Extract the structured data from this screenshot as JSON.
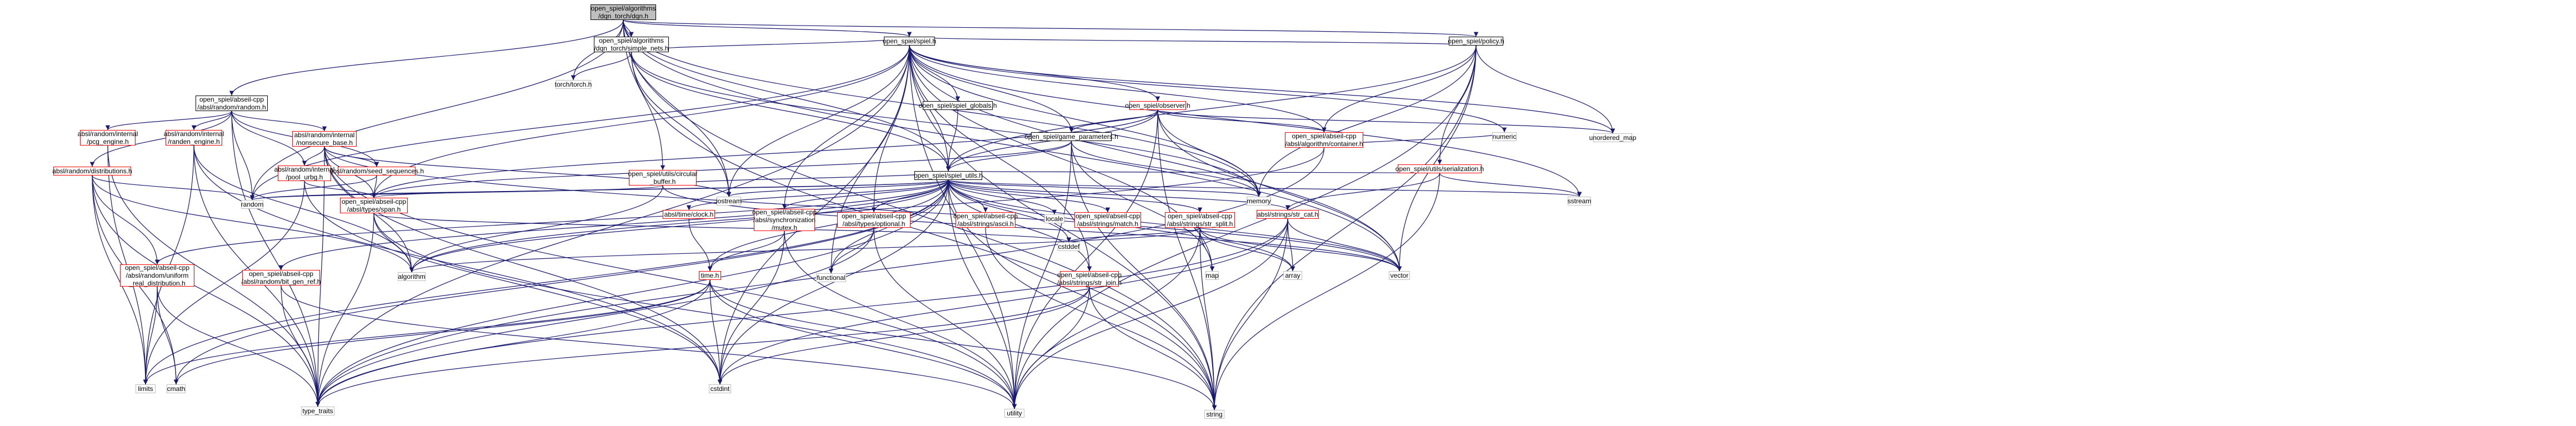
{
  "graph": {
    "nodes": [
      {
        "id": "root",
        "kind": "root",
        "lines": [
          "open_spiel/algorithms",
          "/dqn_torch/dqn.h"
        ]
      },
      {
        "id": "simple_nets",
        "kind": "doc",
        "lines": [
          "open_spiel/algorithms",
          "/dqn_torch/simple_nets.h"
        ]
      },
      {
        "id": "policy",
        "kind": "doc",
        "lines": [
          "open_spiel/policy.h"
        ]
      },
      {
        "id": "random_h",
        "kind": "doc",
        "lines": [
          "open_spiel/abseil-cpp",
          "/absl/random/random.h"
        ]
      },
      {
        "id": "torch",
        "kind": "sys",
        "lines": [
          "torch/torch.h"
        ]
      },
      {
        "id": "spiel",
        "kind": "doc",
        "lines": [
          "open_spiel/spiel.h"
        ]
      },
      {
        "id": "spiel_globals",
        "kind": "doc",
        "lines": [
          "open_spiel/spiel_globals.h"
        ]
      },
      {
        "id": "observer",
        "kind": "red",
        "lines": [
          "open_spiel/observer.h"
        ]
      },
      {
        "id": "game_params",
        "kind": "doc",
        "lines": [
          "open_spiel/game_parameters.h"
        ]
      },
      {
        "id": "container",
        "kind": "red",
        "lines": [
          "open_spiel/abseil-cpp",
          "/absl/algorithm/container.h"
        ]
      },
      {
        "id": "unordered_map",
        "kind": "sys",
        "lines": [
          "unordered_map"
        ]
      },
      {
        "id": "numeric",
        "kind": "sys",
        "lines": [
          "numeric"
        ]
      },
      {
        "id": "serialization",
        "kind": "red",
        "lines": [
          "open_spiel/utils/serialization.h"
        ]
      },
      {
        "id": "memory",
        "kind": "sys",
        "lines": [
          "memory"
        ]
      },
      {
        "id": "sstream",
        "kind": "sys",
        "lines": [
          "sstream"
        ]
      },
      {
        "id": "spiel_utils",
        "kind": "doc",
        "lines": [
          "open_spiel/spiel_utils.h"
        ]
      },
      {
        "id": "iostream",
        "kind": "sys",
        "lines": [
          "iostream"
        ]
      },
      {
        "id": "circular_buffer",
        "kind": "red",
        "lines": [
          "open_spiel/utils/circular",
          "_buffer.h"
        ]
      },
      {
        "id": "jpcg_engine",
        "kind": "red",
        "lines": [
          "absl/random/internal",
          "/pcg_engine.h"
        ]
      },
      {
        "id": "randen_engine",
        "kind": "red",
        "lines": [
          "absl/random/internal",
          "/randen_engine.h"
        ]
      },
      {
        "id": "nonsecure_base",
        "kind": "red",
        "lines": [
          "absl/random/internal",
          "/nonsecure_base.h"
        ]
      },
      {
        "id": "distributions",
        "kind": "red",
        "lines": [
          "absl/random/distributions.h"
        ]
      },
      {
        "id": "pool_urbg",
        "kind": "red",
        "lines": [
          "absl/random/internal",
          "/pool_urbg.h"
        ]
      },
      {
        "id": "seed_sequences",
        "kind": "red",
        "lines": [
          "absl/random/seed_sequences.h"
        ]
      },
      {
        "id": "span",
        "kind": "red",
        "lines": [
          "open_spiel/abseil-cpp",
          "/absl/types/span.h"
        ]
      },
      {
        "id": "random",
        "kind": "sys",
        "lines": [
          "random"
        ]
      },
      {
        "id": "clock",
        "kind": "red",
        "lines": [
          "absl/time/clock.h"
        ]
      },
      {
        "id": "mutex",
        "kind": "red",
        "lines": [
          "open_spiel/abseil-cpp",
          "/absl/synchronization",
          "/mutex.h"
        ]
      },
      {
        "id": "optional",
        "kind": "red",
        "lines": [
          "open_spiel/abseil-cpp",
          "/absl/types/optional.h"
        ]
      },
      {
        "id": "ascii",
        "kind": "red",
        "lines": [
          "open_spiel/abseil-cpp",
          "/absl/strings/ascii.h"
        ]
      },
      {
        "id": "locale",
        "kind": "sys",
        "lines": [
          "locale"
        ]
      },
      {
        "id": "str_match",
        "kind": "red",
        "lines": [
          "open_spiel/abseil-cpp",
          "/absl/strings/match.h"
        ]
      },
      {
        "id": "str_split",
        "kind": "red",
        "lines": [
          "open_spiel/abseil-cpp",
          "/absl/strings/str_split.h"
        ]
      },
      {
        "id": "str_cat",
        "kind": "red",
        "lines": [
          "absl/strings/str_cat.h"
        ]
      },
      {
        "id": "uniform_real",
        "kind": "red",
        "lines": [
          "open_spiel/abseil-cpp",
          "/absl/random/uniform",
          "_real_distribution.h"
        ]
      },
      {
        "id": "bit_gen_ref",
        "kind": "red",
        "lines": [
          "open_spiel/abseil-cpp",
          "/absl/random/bit_gen_ref.h"
        ]
      },
      {
        "id": "time_h",
        "kind": "red",
        "lines": [
          "time.h"
        ]
      },
      {
        "id": "str_join",
        "kind": "red",
        "lines": [
          "open_spiel/abseil-cpp",
          "/absl/strings/str_join.h"
        ]
      },
      {
        "id": "algorithm",
        "kind": "sys",
        "lines": [
          "algorithm"
        ]
      },
      {
        "id": "functional",
        "kind": "sys",
        "lines": [
          "functional"
        ]
      },
      {
        "id": "cstddef",
        "kind": "sys",
        "lines": [
          "cstddef"
        ]
      },
      {
        "id": "map",
        "kind": "sys",
        "lines": [
          "map"
        ]
      },
      {
        "id": "array",
        "kind": "sys",
        "lines": [
          "array"
        ]
      },
      {
        "id": "vector",
        "kind": "sys",
        "lines": [
          "vector"
        ]
      },
      {
        "id": "limits",
        "kind": "sys",
        "lines": [
          "limits"
        ]
      },
      {
        "id": "cmath",
        "kind": "sys",
        "lines": [
          "cmath"
        ]
      },
      {
        "id": "type_traits",
        "kind": "sys",
        "lines": [
          "type_traits"
        ]
      },
      {
        "id": "cstdint",
        "kind": "sys",
        "lines": [
          "cstdint"
        ]
      },
      {
        "id": "utility",
        "kind": "sys",
        "lines": [
          "utility"
        ]
      },
      {
        "id": "string",
        "kind": "sys",
        "lines": [
          "string"
        ]
      }
    ],
    "edges": [
      [
        "root",
        "simple_nets"
      ],
      [
        "root",
        "policy"
      ],
      [
        "root",
        "random_h"
      ],
      [
        "root",
        "torch"
      ],
      [
        "root",
        "spiel"
      ],
      [
        "root",
        "spiel_utils"
      ],
      [
        "root",
        "circular_buffer"
      ],
      [
        "root",
        "memory"
      ],
      [
        "root",
        "iostream"
      ],
      [
        "root",
        "random"
      ],
      [
        "root",
        "vector"
      ],
      [
        "root",
        "string"
      ],
      [
        "simple_nets",
        "torch"
      ],
      [
        "simple_nets",
        "spiel"
      ],
      [
        "simple_nets",
        "spiel_utils"
      ],
      [
        "simple_nets",
        "iostream"
      ],
      [
        "simple_nets",
        "string"
      ],
      [
        "simple_nets",
        "memory"
      ],
      [
        "policy",
        "spiel"
      ],
      [
        "policy",
        "spiel_utils"
      ],
      [
        "policy",
        "container"
      ],
      [
        "policy",
        "serialization"
      ],
      [
        "policy",
        "unordered_map"
      ],
      [
        "policy",
        "memory"
      ],
      [
        "policy",
        "string"
      ],
      [
        "policy",
        "vector"
      ],
      [
        "policy",
        "utility"
      ],
      [
        "random_h",
        "jpcg_engine"
      ],
      [
        "random_h",
        "randen_engine"
      ],
      [
        "random_h",
        "nonsecure_base"
      ],
      [
        "random_h",
        "distributions"
      ],
      [
        "random_h",
        "pool_urbg"
      ],
      [
        "random_h",
        "seed_sequences"
      ],
      [
        "random_h",
        "random"
      ],
      [
        "random_h",
        "type_traits"
      ],
      [
        "spiel",
        "spiel_globals"
      ],
      [
        "spiel",
        "observer"
      ],
      [
        "spiel",
        "game_params"
      ],
      [
        "spiel",
        "container"
      ],
      [
        "spiel",
        "spiel_utils"
      ],
      [
        "spiel",
        "unordered_map"
      ],
      [
        "spiel",
        "numeric"
      ],
      [
        "spiel",
        "memory"
      ],
      [
        "spiel",
        "sstream"
      ],
      [
        "spiel",
        "iostream"
      ],
      [
        "spiel",
        "random"
      ],
      [
        "spiel",
        "mutex"
      ],
      [
        "spiel",
        "optional"
      ],
      [
        "spiel",
        "span"
      ],
      [
        "spiel",
        "str_join"
      ],
      [
        "spiel",
        "functional"
      ],
      [
        "spiel",
        "map"
      ],
      [
        "spiel",
        "cstdint"
      ],
      [
        "spiel",
        "utility"
      ],
      [
        "spiel",
        "string"
      ],
      [
        "spiel",
        "vector"
      ],
      [
        "spiel",
        "type_traits"
      ],
      [
        "spiel_globals",
        "spiel_utils"
      ],
      [
        "observer",
        "spiel_utils"
      ],
      [
        "observer",
        "game_params"
      ],
      [
        "observer",
        "container"
      ],
      [
        "observer",
        "span"
      ],
      [
        "observer",
        "memory"
      ],
      [
        "observer",
        "string"
      ],
      [
        "observer",
        "unordered_map"
      ],
      [
        "observer",
        "vector"
      ],
      [
        "observer",
        "utility"
      ],
      [
        "game_params",
        "spiel_utils"
      ],
      [
        "game_params",
        "map"
      ],
      [
        "game_params",
        "memory"
      ],
      [
        "game_params",
        "string"
      ],
      [
        "game_params",
        "span"
      ],
      [
        "game_params",
        "utility"
      ],
      [
        "container",
        "algorithm"
      ],
      [
        "container",
        "numeric"
      ],
      [
        "container",
        "type_traits"
      ],
      [
        "container",
        "iterator_none"
      ],
      [
        "serialization",
        "str_cat"
      ],
      [
        "serialization",
        "spiel_utils"
      ],
      [
        "serialization",
        "sstream"
      ],
      [
        "serialization",
        "string"
      ],
      [
        "spiel_utils",
        "span"
      ],
      [
        "spiel_utils",
        "optional"
      ],
      [
        "spiel_utils",
        "clock"
      ],
      [
        "spiel_utils",
        "mutex"
      ],
      [
        "spiel_utils",
        "ascii"
      ],
      [
        "spiel_utils",
        "locale"
      ],
      [
        "spiel_utils",
        "str_match"
      ],
      [
        "spiel_utils",
        "str_split"
      ],
      [
        "spiel_utils",
        "str_cat"
      ],
      [
        "spiel_utils",
        "str_join"
      ],
      [
        "spiel_utils",
        "time_h"
      ],
      [
        "spiel_utils",
        "uniform_real"
      ],
      [
        "spiel_utils",
        "bit_gen_ref"
      ],
      [
        "spiel_utils",
        "algorithm"
      ],
      [
        "spiel_utils",
        "cstddef"
      ],
      [
        "spiel_utils",
        "cstdint"
      ],
      [
        "spiel_utils",
        "utility"
      ],
      [
        "spiel_utils",
        "string"
      ],
      [
        "spiel_utils",
        "vector"
      ],
      [
        "spiel_utils",
        "array"
      ],
      [
        "spiel_utils",
        "cmath"
      ],
      [
        "spiel_utils",
        "functional"
      ],
      [
        "spiel_utils",
        "iostream"
      ],
      [
        "spiel_utils",
        "limits"
      ],
      [
        "spiel_utils",
        "memory"
      ],
      [
        "spiel_utils",
        "random"
      ],
      [
        "spiel_utils",
        "sstream"
      ],
      [
        "spiel_utils",
        "type_traits"
      ],
      [
        "circular_buffer",
        "spiel_utils"
      ],
      [
        "circular_buffer",
        "random"
      ],
      [
        "circular_buffer",
        "vector"
      ],
      [
        "circular_buffer",
        "algorithm"
      ],
      [
        "jpcg_engine",
        "type_traits"
      ],
      [
        "jpcg_engine",
        "limits"
      ],
      [
        "randen_engine",
        "algorithm"
      ],
      [
        "randen_engine",
        "limits"
      ],
      [
        "randen_engine",
        "type_traits"
      ],
      [
        "randen_engine",
        "cstdint"
      ],
      [
        "nonsecure_base",
        "pool_urbg"
      ],
      [
        "nonsecure_base",
        "seed_sequences"
      ],
      [
        "nonsecure_base",
        "span"
      ],
      [
        "nonsecure_base",
        "algorithm"
      ],
      [
        "nonsecure_base",
        "iostream"
      ],
      [
        "nonsecure_base",
        "iterator_none"
      ],
      [
        "nonsecure_base",
        "type_traits"
      ],
      [
        "nonsecure_base",
        "utility"
      ],
      [
        "nonsecure_base",
        "vector"
      ],
      [
        "nonsecure_base",
        "cstdint"
      ],
      [
        "distributions",
        "uniform_real"
      ],
      [
        "distributions",
        "algorithm"
      ],
      [
        "distributions",
        "cmath"
      ],
      [
        "distributions",
        "limits"
      ],
      [
        "distributions",
        "type_traits"
      ],
      [
        "distributions",
        "random"
      ],
      [
        "pool_urbg",
        "span"
      ],
      [
        "pool_urbg",
        "cstdint"
      ],
      [
        "pool_urbg",
        "limits"
      ],
      [
        "seed_sequences",
        "span"
      ],
      [
        "seed_sequences",
        "random"
      ],
      [
        "span",
        "algorithm"
      ],
      [
        "span",
        "cstddef"
      ],
      [
        "span",
        "type_traits"
      ],
      [
        "span",
        "utility"
      ],
      [
        "clock",
        "time_h"
      ],
      [
        "mutex",
        "cstdint"
      ],
      [
        "mutex",
        "utility"
      ],
      [
        "mutex",
        "time_h"
      ],
      [
        "optional",
        "functional"
      ],
      [
        "optional",
        "type_traits"
      ],
      [
        "optional",
        "utility"
      ],
      [
        "ascii",
        "string"
      ],
      [
        "str_split",
        "algorithm"
      ],
      [
        "str_split",
        "cstddef"
      ],
      [
        "str_split",
        "map"
      ],
      [
        "str_split",
        "string"
      ],
      [
        "str_split",
        "utility"
      ],
      [
        "str_split",
        "vector"
      ],
      [
        "str_split",
        "array"
      ],
      [
        "str_cat",
        "array"
      ],
      [
        "str_cat",
        "cstdint"
      ],
      [
        "str_cat",
        "string"
      ],
      [
        "str_cat",
        "type_traits"
      ],
      [
        "str_cat",
        "utility"
      ],
      [
        "str_cat",
        "vector"
      ],
      [
        "uniform_real",
        "cmath"
      ],
      [
        "uniform_real",
        "limits"
      ],
      [
        "uniform_real",
        "type_traits"
      ],
      [
        "bit_gen_ref",
        "type_traits"
      ],
      [
        "bit_gen_ref",
        "utility"
      ],
      [
        "time_h",
        "cmath"
      ],
      [
        "time_h",
        "cstdint"
      ],
      [
        "time_h",
        "limits"
      ],
      [
        "time_h",
        "string"
      ],
      [
        "time_h",
        "type_traits"
      ],
      [
        "time_h",
        "utility"
      ],
      [
        "str_join",
        "cstdint"
      ],
      [
        "str_join",
        "string"
      ],
      [
        "str_join",
        "type_traits"
      ],
      [
        "str_join",
        "utility"
      ]
    ]
  },
  "colors": {
    "edge": "#191970",
    "doc_border": "#000000",
    "missing_border": "#ff0000",
    "system_border": "#bfbfbf",
    "root_fill": "#bfbfbf"
  }
}
